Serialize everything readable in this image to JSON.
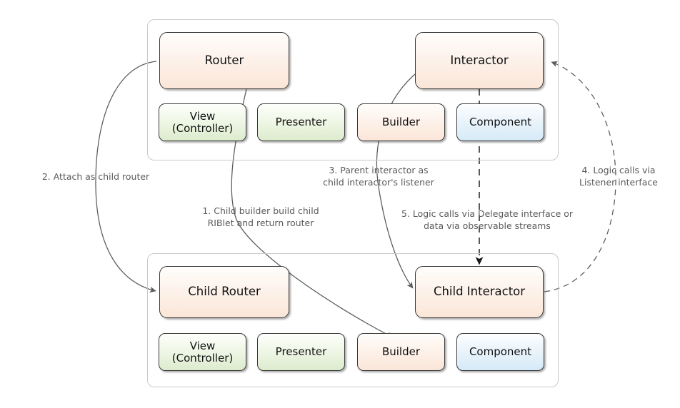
{
  "diagram": {
    "title": "RIBs parent/child architecture flow",
    "colors": {
      "peach": "#fbe6d8",
      "green": "#dcebcd",
      "blue": "#d6eaf8",
      "border": "#3a3a3a",
      "container_border": "#c9c9c9",
      "edge": "#5a5a5a",
      "annotation_text": "#595959",
      "background": "#ffffff"
    },
    "parent_rib": {
      "name": "parent-rib-container",
      "nodes": {
        "router": "Router",
        "interactor": "Interactor",
        "view": "View\n(Controller)",
        "presenter": "Presenter",
        "builder": "Builder",
        "component": "Component"
      }
    },
    "child_rib": {
      "name": "child-rib-container",
      "nodes": {
        "router": "Child Router",
        "interactor": "Child Interactor",
        "view": "View\n(Controller)",
        "presenter": "Presenter",
        "builder": "Builder",
        "component": "Component"
      }
    },
    "annotations": [
      {
        "id": "annotation-1",
        "text": "1. Child builder build child\nRIBlet and return router",
        "style": "solid"
      },
      {
        "id": "annotation-2",
        "text": "2. Attach as child router",
        "style": "solid"
      },
      {
        "id": "annotation-3",
        "text": "3. Parent interactor as\nchild interactor's listener",
        "style": "solid"
      },
      {
        "id": "annotation-4",
        "text": "4. Logic calls via\nListener interface",
        "style": "dashed"
      },
      {
        "id": "annotation-5",
        "text": "5. Logic calls via Delegate interface or\ndata via observable streams",
        "style": "dashed"
      }
    ]
  }
}
